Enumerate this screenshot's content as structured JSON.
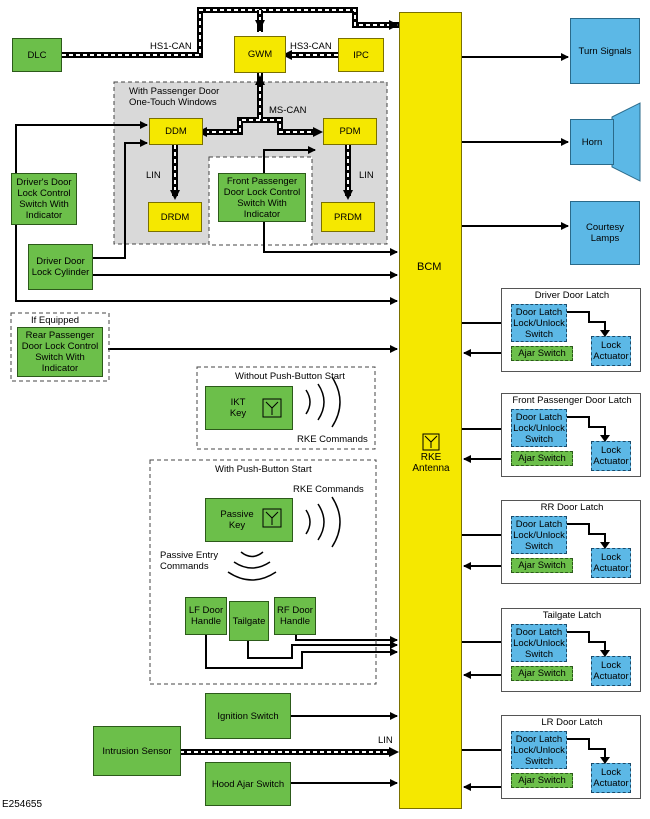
{
  "modules": {
    "dlc": "DLC",
    "gwm": "GWM",
    "ipc": "IPC",
    "ddm": "DDM",
    "pdm": "PDM",
    "drdm": "DRDM",
    "prdm": "PRDM",
    "bcm": "BCM",
    "rke_antenna": "RKE Antenna"
  },
  "buses": {
    "hs1": "HS1-CAN",
    "hs3": "HS3-CAN",
    "ms": "MS-CAN",
    "lin_left": "LIN",
    "lin_right": "LIN",
    "lin_bottom": "LIN"
  },
  "groups": {
    "one_touch": "With Passenger Door One-Touch Windows",
    "if_equipped": "If Equipped",
    "without_pbs": "Without Push-Button Start",
    "with_pbs": "With Push-Button Start"
  },
  "inputs": {
    "driver_switch": "Driver's Door Lock Control Switch With Indicator",
    "driver_cylinder": "Driver Door Lock Cylinder",
    "fp_switch": "Front Passenger Door Lock Control Switch With Indicator",
    "rear_switch": "Rear Passenger Door Lock Control Switch With Indicator",
    "ikt_key": "IKT Key",
    "passive_key": "Passive Key",
    "lf_handle": "LF Door Handle",
    "tailgate": "Tailgate",
    "rf_handle": "RF Door Handle",
    "ignition": "Ignition Switch",
    "intrusion": "Intrusion Sensor",
    "hood": "Hood Ajar Switch"
  },
  "annotations": {
    "rke_commands_1": "RKE Commands",
    "rke_commands_2": "RKE Commands",
    "passive_entry": "Passive Entry Commands"
  },
  "outputs": {
    "turn": "Turn Signals",
    "horn": "Horn",
    "courtesy": "Courtesy Lamps"
  },
  "latches": [
    {
      "title": "Driver Door Latch",
      "switch": "Door Latch Lock/Unlock Switch",
      "ajar": "Ajar Switch",
      "actuator": "Lock Actuator"
    },
    {
      "title": "Front Passenger Door Latch",
      "switch": "Door Latch Lock/Unlock Switch",
      "ajar": "Ajar Switch",
      "actuator": "Lock Actuator"
    },
    {
      "title": "RR Door Latch",
      "switch": "Door Latch Lock/Unlock Switch",
      "ajar": "Ajar Switch",
      "actuator": "Lock Actuator"
    },
    {
      "title": "Tailgate Latch",
      "switch": "Door Latch Lock/Unlock Switch",
      "ajar": "Ajar Switch",
      "actuator": "Lock Actuator"
    },
    {
      "title": "LR Door Latch",
      "switch": "Door Latch Lock/Unlock Switch",
      "ajar": "Ajar Switch",
      "actuator": "Lock Actuator"
    }
  ],
  "figure_id": "E254655",
  "colors": {
    "module": "#f5e800",
    "input": "#6cbf4a",
    "output": "#5cb8e6",
    "group_fill": "#d9d9d9"
  }
}
